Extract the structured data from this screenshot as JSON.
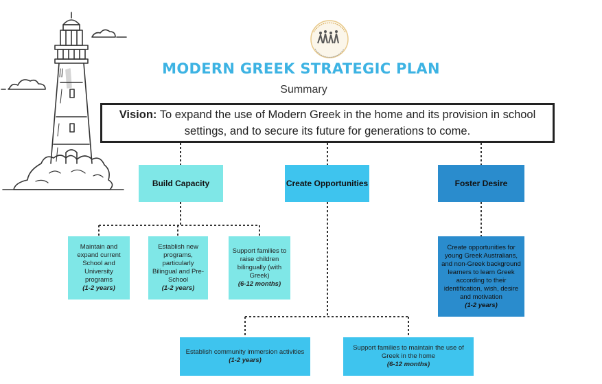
{
  "header": {
    "title": "MODERN GREEK STRATEGIC PLAN",
    "subtitle": "Summary"
  },
  "vision": {
    "label": "Vision:",
    "text": " To expand the use of Modern Greek in the home and its provision in school settings, and to secure its future for generations to come."
  },
  "pillars": [
    {
      "label": "Build Capacity"
    },
    {
      "label": "Create Opportunities"
    },
    {
      "label": "Foster Desire"
    }
  ],
  "actions": [
    {
      "text": "Maintain and expand current School and University programs",
      "duration": "(1-2 years)"
    },
    {
      "text": "Establish new programs, particularly Bilingual and Pre-School",
      "duration": "(1-2 years)"
    },
    {
      "text": "Support families to raise children bilingually (with Greek)",
      "duration": "(6-12 months)"
    },
    {
      "text": "Create opportunities for young Greek Australians, and non-Greek background learners to learn Greek according to their identification, wish, desire and motivation",
      "duration": "(1-2 years)"
    },
    {
      "text": "Establish community immersion activities",
      "duration": "(1-2 years)"
    },
    {
      "text": "Support families to maintain the use of Greek in the home",
      "duration": "(6-12 months)"
    }
  ],
  "colors": {
    "title": "#3db3e3",
    "build_capacity": "#7fe7e7",
    "create_opportunities": "#3ec4ee",
    "foster_desire": "#2a8ccd"
  },
  "icons": {
    "illustration": "lighthouse-icon",
    "logo": "organisation-logo"
  }
}
